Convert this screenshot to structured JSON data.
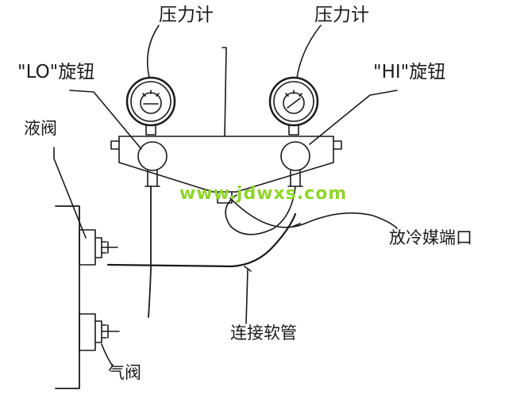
{
  "labels": {
    "gauge_left": "压力计",
    "gauge_right": "压力计",
    "lo_knob": "\"LO\"旋钮",
    "hi_knob": "\"HI\"旋钮",
    "liquid_valve": "液阀",
    "refrigerant_outlet": "放冷媒端口",
    "connecting_hose": "连接软管",
    "gas_valve": "气阀"
  },
  "watermark": "www.jdwxs.com",
  "colors": {
    "line": "#1a1a1a",
    "watermark": "#8fd62a",
    "background": "#ffffff"
  }
}
